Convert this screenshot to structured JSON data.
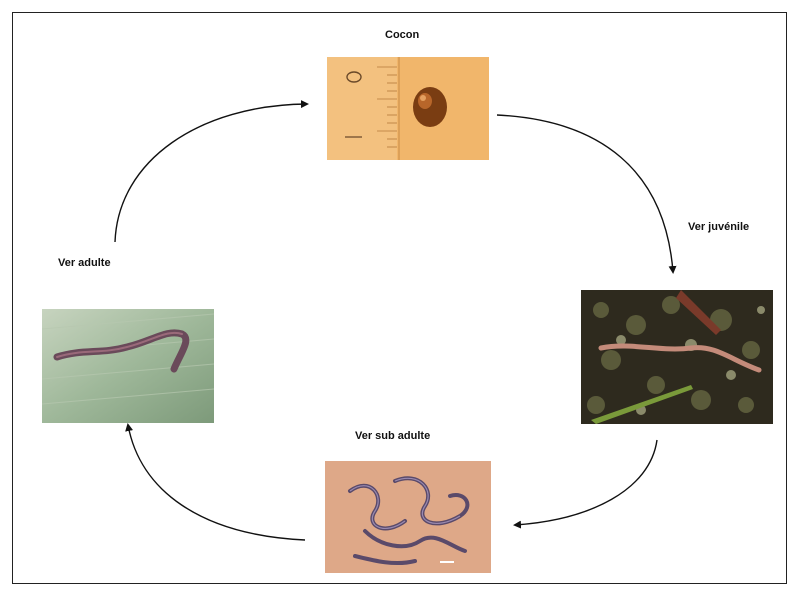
{
  "diagram": {
    "stages": {
      "cocoon": {
        "label": "Cocon"
      },
      "juvenile": {
        "label": "Ver juvénile"
      },
      "subadult": {
        "label": "Ver sub adulte"
      },
      "adult": {
        "label": "Ver adulte"
      }
    },
    "colors": {
      "arrow": "#111111",
      "frame": "#222222"
    },
    "photos": [
      {
        "name": "cocoon-photo"
      },
      {
        "name": "juvenile-worm-photo"
      },
      {
        "name": "subadult-worm-photo"
      },
      {
        "name": "adult-worm-photo"
      }
    ]
  }
}
